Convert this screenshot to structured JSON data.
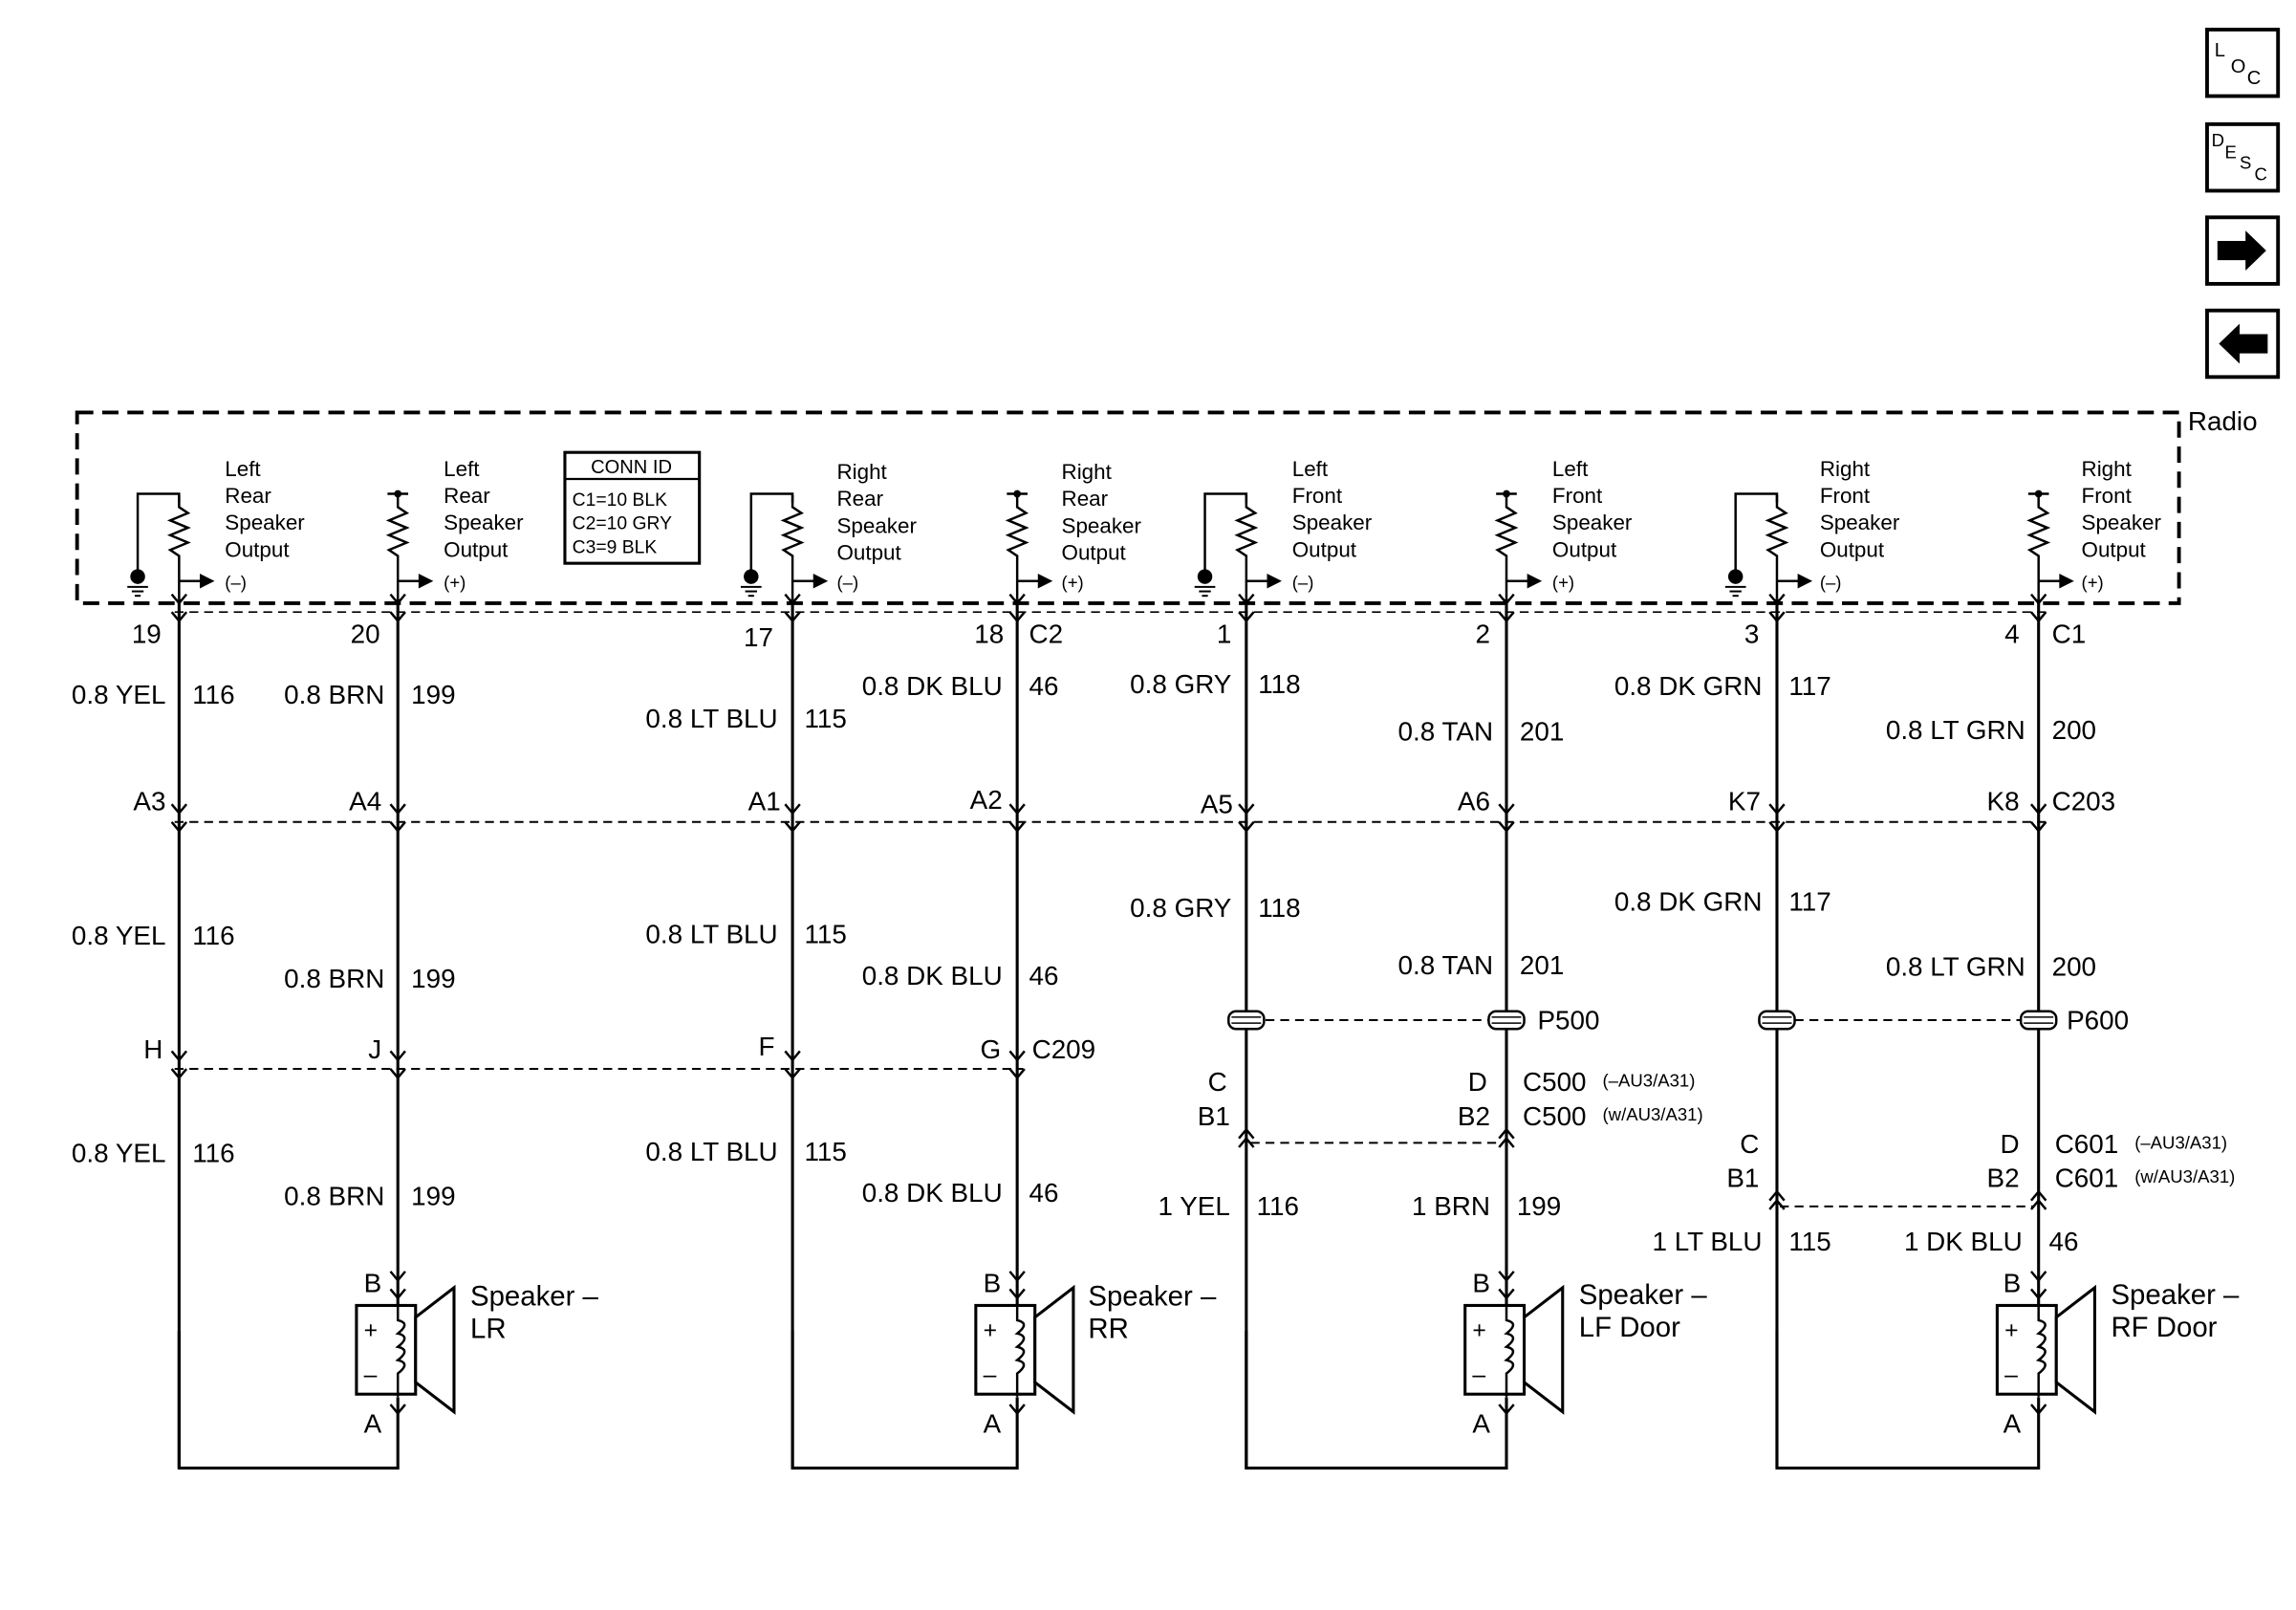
{
  "nav": {
    "loc": {
      "sup": "L",
      "a": "O",
      "b": "C"
    },
    "desc": {
      "sup": "D",
      "a": "E",
      "b": "S",
      "c": "C"
    },
    "next_icon": "arrow-right-icon",
    "prev_icon": "arrow-left-icon"
  },
  "radio_label": "Radio",
  "conn_id": {
    "title": "CONN ID",
    "lines": [
      "C1=10 BLK",
      "C2=10 GRY",
      "C3=9 BLK"
    ]
  },
  "outputs": [
    {
      "lines": [
        "Left",
        "Rear",
        "Speaker",
        "Output",
        "(–)"
      ]
    },
    {
      "lines": [
        "Left",
        "Rear",
        "Speaker",
        "Output",
        "(+)"
      ]
    },
    {
      "lines": [
        "Right",
        "Rear",
        "Speaker",
        "Output",
        "(–)"
      ]
    },
    {
      "lines": [
        "Right",
        "Rear",
        "Speaker",
        "Output",
        "(+)"
      ]
    },
    {
      "lines": [
        "Left",
        "Front",
        "Speaker",
        "Output",
        "(–)"
      ]
    },
    {
      "lines": [
        "Left",
        "Front",
        "Speaker",
        "Output",
        "(+)"
      ]
    },
    {
      "lines": [
        "Right",
        "Front",
        "Speaker",
        "Output",
        "(–)"
      ]
    },
    {
      "lines": [
        "Right",
        "Front",
        "Speaker",
        "Output",
        "(+)"
      ]
    }
  ],
  "radio_pins": [
    "19",
    "20",
    "17",
    "18",
    "1",
    "2",
    "3",
    "4"
  ],
  "radio_connectors": [
    "C2",
    "C1"
  ],
  "wires_radio": [
    {
      "color": "0.8 YEL",
      "circuit": "116"
    },
    {
      "color": "0.8 BRN",
      "circuit": "199"
    },
    {
      "color": "0.8 LT BLU",
      "circuit": "115"
    },
    {
      "color": "0.8 DK BLU",
      "circuit": "46"
    },
    {
      "color": "0.8 GRY",
      "circuit": "118"
    },
    {
      "color": "0.8 TAN",
      "circuit": "201"
    },
    {
      "color": "0.8 DK GRN",
      "circuit": "117"
    },
    {
      "color": "0.8 LT GRN",
      "circuit": "200"
    }
  ],
  "c203": {
    "name": "C203",
    "pins": [
      "A3",
      "A4",
      "A1",
      "A2",
      "A5",
      "A6",
      "K7",
      "K8"
    ]
  },
  "wires_c203": [
    {
      "color": "0.8 YEL",
      "circuit": "116"
    },
    {
      "color": "0.8 BRN",
      "circuit": "199"
    },
    {
      "color": "0.8 LT BLU",
      "circuit": "115"
    },
    {
      "color": "0.8 DK BLU",
      "circuit": "46"
    },
    {
      "color": "0.8 GRY",
      "circuit": "118"
    },
    {
      "color": "0.8 TAN",
      "circuit": "201"
    },
    {
      "color": "0.8 DK GRN",
      "circuit": "117"
    },
    {
      "color": "0.8 LT GRN",
      "circuit": "200"
    }
  ],
  "c209": {
    "name": "C209",
    "pins": [
      "H",
      "J",
      "F",
      "G"
    ]
  },
  "pass_throughs": [
    "P500",
    "P600"
  ],
  "c500": {
    "pins_a": [
      "C",
      "D"
    ],
    "pins_b": [
      "B1",
      "B2"
    ],
    "name": "C500",
    "variant_a": "(–AU3/A31)",
    "variant_b": "(w/AU3/A31)"
  },
  "c601": {
    "pins_a": [
      "C",
      "D"
    ],
    "pins_b": [
      "B1",
      "B2"
    ],
    "name": "C601",
    "variant_a": "(–AU3/A31)",
    "variant_b": "(w/AU3/A31)"
  },
  "wires_rear_lower": [
    {
      "color": "0.8 YEL",
      "circuit": "116"
    },
    {
      "color": "0.8 BRN",
      "circuit": "199"
    },
    {
      "color": "0.8 LT BLU",
      "circuit": "115"
    },
    {
      "color": "0.8 DK BLU",
      "circuit": "46"
    }
  ],
  "wires_front_lower": [
    {
      "color": "1 YEL",
      "circuit": "116"
    },
    {
      "color": "1 BRN",
      "circuit": "199"
    },
    {
      "color": "1 LT BLU",
      "circuit": "115"
    },
    {
      "color": "1 DK BLU",
      "circuit": "46"
    }
  ],
  "speakers": [
    {
      "line1": "Speaker –",
      "line2": "LR",
      "pin_top": "B",
      "pin_bottom": "A"
    },
    {
      "line1": "Speaker –",
      "line2": "RR",
      "pin_top": "B",
      "pin_bottom": "A"
    },
    {
      "line1": "Speaker –",
      "line2": "LF Door",
      "pin_top": "B",
      "pin_bottom": "A"
    },
    {
      "line1": "Speaker –",
      "line2": "RF Door",
      "pin_top": "B",
      "pin_bottom": "A"
    }
  ],
  "speaker_terminals": {
    "plus": "+",
    "minus": "–"
  }
}
